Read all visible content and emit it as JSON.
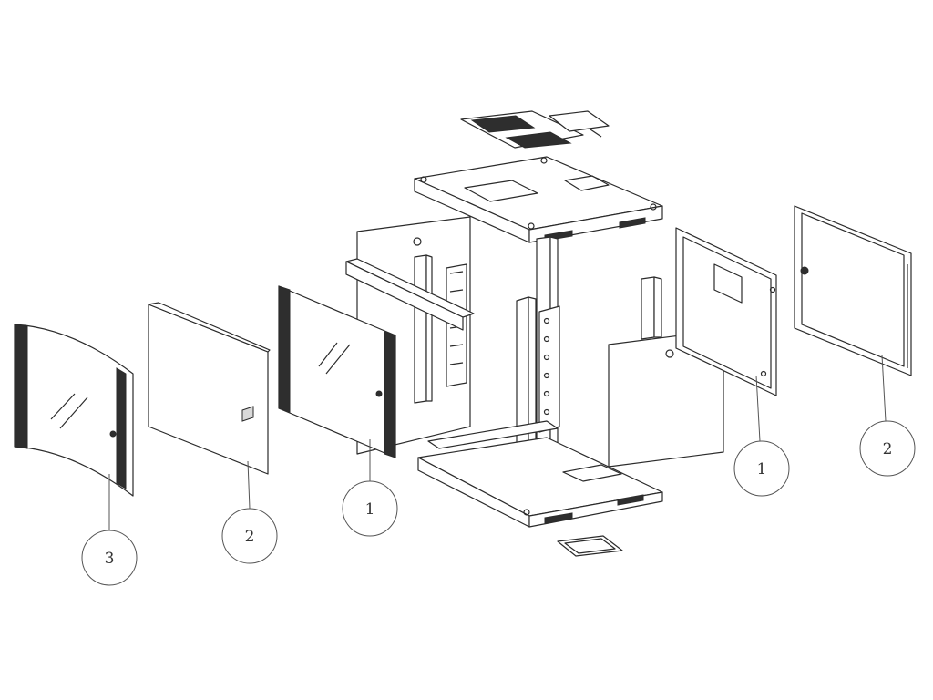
{
  "callouts": [
    {
      "label": "3",
      "part": "glass-door"
    },
    {
      "label": "2",
      "part": "solid-door"
    },
    {
      "label": "1",
      "part": "glass-door-left"
    },
    {
      "label": "1",
      "part": "side-panel"
    },
    {
      "label": "2",
      "part": "rear-door"
    }
  ],
  "colors": {
    "line": "#2b2b2b",
    "fill": "#ffffff",
    "dark": "#2e2e2e",
    "background": "#ffffff"
  }
}
